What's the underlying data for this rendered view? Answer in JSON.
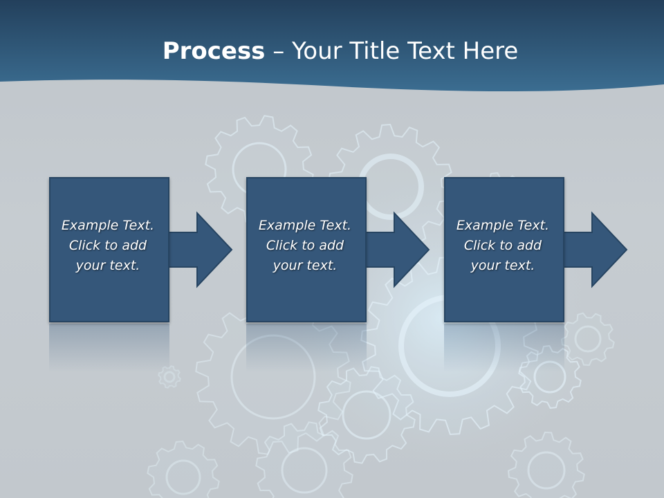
{
  "slide": {
    "title_bold": "Process",
    "title_rest": " – Your Title Text Here"
  },
  "steps": [
    {
      "lines": [
        "Example Text.",
        "Click  to add",
        "your text."
      ]
    },
    {
      "lines": [
        "Example Text.",
        "Click  to add",
        "your text."
      ]
    },
    {
      "lines": [
        "Example Text.",
        "Click  to add",
        "your text."
      ]
    }
  ],
  "colors": {
    "header": "#2e5878",
    "box_fill": "#35577a",
    "background": "#c3c9ce",
    "gear_line": "#e6f4fb"
  }
}
